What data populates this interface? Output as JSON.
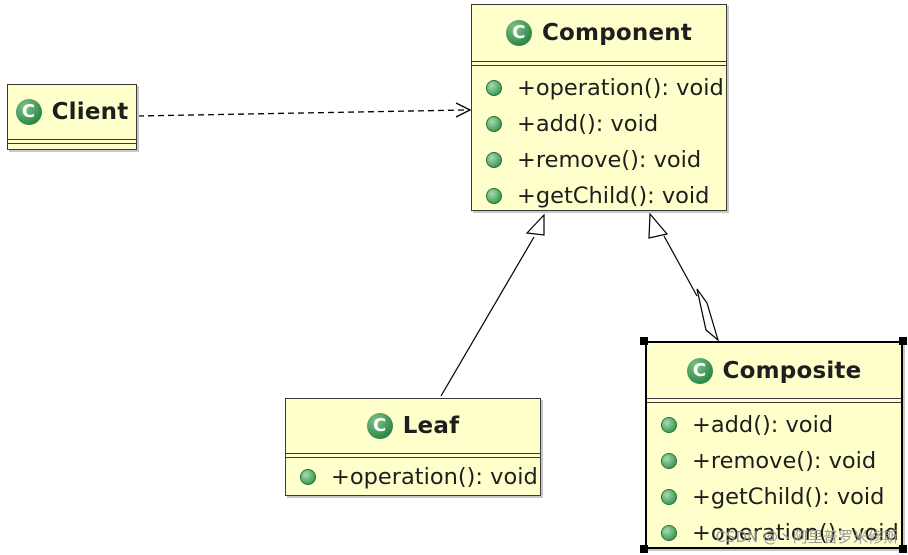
{
  "diagram": {
    "classes": {
      "component": {
        "name": "Component",
        "icon": "class-icon",
        "icon_letter": "C",
        "operations": [
          "+operation(): void",
          "+add(): void",
          "+remove(): void",
          "+getChild(): void"
        ]
      },
      "client": {
        "name": "Client",
        "icon": "class-icon",
        "icon_letter": "C",
        "operations": []
      },
      "leaf": {
        "name": "Leaf",
        "icon": "class-icon",
        "icon_letter": "C",
        "operations": [
          "+operation(): void"
        ]
      },
      "composite": {
        "name": "Composite",
        "icon": "class-icon",
        "icon_letter": "C",
        "operations": [
          "+add(): void",
          "+remove(): void",
          "+getChild(): void",
          "+operation(): void"
        ]
      }
    },
    "relationships": [
      {
        "type": "dependency",
        "from": "Client",
        "to": "Component"
      },
      {
        "type": "generalization",
        "from": "Leaf",
        "to": "Component"
      },
      {
        "type": "generalization",
        "from": "Composite",
        "to": "Component"
      },
      {
        "type": "aggregation",
        "from": "Composite",
        "to": "Component"
      }
    ],
    "colors": {
      "class_fill": "#ffffcc",
      "class_border": "#3a3a3a",
      "icon_green": "#2f8a48"
    }
  },
  "watermark": "CSDN @丶阿里普罗米修斯"
}
